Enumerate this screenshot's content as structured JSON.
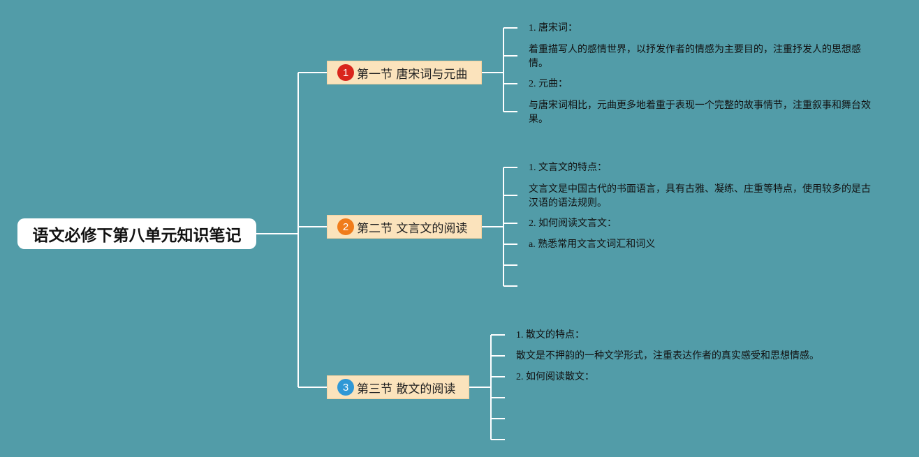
{
  "root": {
    "title": "语文必修下第八单元知识笔记"
  },
  "colors": {
    "background": "#529ca8",
    "branch_fill": "#fbe3bc",
    "badge_1": "#d9251c",
    "badge_2": "#f07c1b",
    "badge_3": "#2f98d6"
  },
  "sections": [
    {
      "badge": "1",
      "title": "第一节 唐宋词与元曲",
      "items": [
        "1. 唐宋词：",
        "着重描写人的感情世界，以抒发作者的情感为主要目的，注重抒发人的思想感情。",
        "2. 元曲：",
        "与唐宋词相比，元曲更多地着重于表现一个完整的故事情节，注重叙事和舞台效果。"
      ]
    },
    {
      "badge": "2",
      "title": "第二节 文言文的阅读",
      "items": [
        "1. 文言文的特点：",
        "文言文是中国古代的书面语言，具有古雅、凝练、庄重等特点，使用较多的是古汉语的语法规则。",
        "2. 如何阅读文言文：",
        "a. 熟悉常用文言文词汇和词义",
        "",
        ""
      ]
    },
    {
      "badge": "3",
      "title": "第三节 散文的阅读",
      "items": [
        "1. 散文的特点：",
        "散文是不押韵的一种文学形式，注重表达作者的真实感受和思想情感。",
        "2. 如何阅读散文：",
        "",
        "",
        ""
      ]
    }
  ]
}
